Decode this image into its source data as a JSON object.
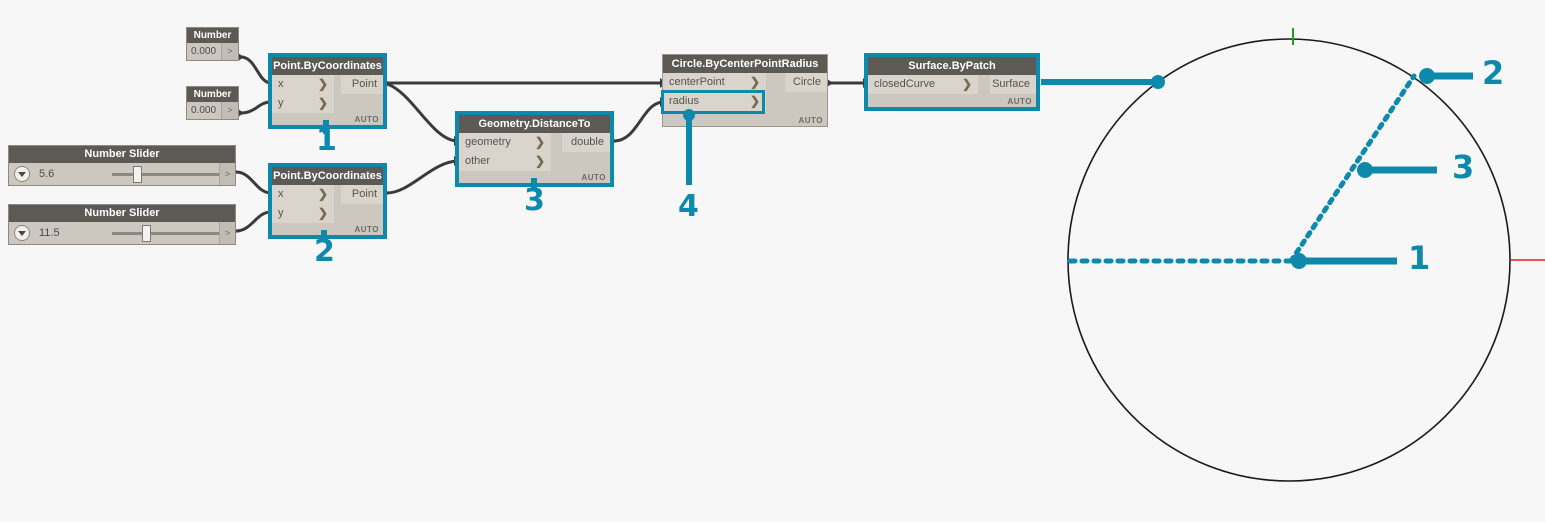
{
  "app": {
    "name": "Dynamo Node Graph with Geometry Preview",
    "accent_color": "#0d89ac",
    "canvas_bg": "#f7f7f7",
    "node_header_color": "#5d5a55",
    "node_body_color": "#ccc8c0",
    "wire_color": "#3b3b3b"
  },
  "graph": {
    "nodes": [
      {
        "id": "number-1",
        "type": "number-input",
        "title": "Number",
        "value": "0.000",
        "port_glyph": ">"
      },
      {
        "id": "number-2",
        "type": "number-input",
        "title": "Number",
        "value": "0.000",
        "port_glyph": ">"
      },
      {
        "id": "slider-1",
        "type": "number-slider",
        "title": "Number Slider",
        "value": "5.6",
        "port_glyph": ">"
      },
      {
        "id": "slider-2",
        "type": "number-slider",
        "title": "Number Slider",
        "value": "11.5",
        "port_glyph": ">"
      },
      {
        "id": "point-1",
        "type": "node",
        "title": "Point.ByCoordinates",
        "inputs": [
          "x",
          "y"
        ],
        "outputs": [
          "Point"
        ],
        "auto": "AUTO",
        "selected": true,
        "callout": "1"
      },
      {
        "id": "point-2",
        "type": "node",
        "title": "Point.ByCoordinates",
        "inputs": [
          "x",
          "y"
        ],
        "outputs": [
          "Point"
        ],
        "auto": "AUTO",
        "selected": true,
        "callout": "2"
      },
      {
        "id": "distance",
        "type": "node",
        "title": "Geometry.DistanceTo",
        "inputs": [
          "geometry",
          "other"
        ],
        "outputs": [
          "double"
        ],
        "auto": "AUTO",
        "selected": true,
        "callout": "3"
      },
      {
        "id": "circle",
        "type": "node",
        "title": "Circle.ByCenterPointRadius",
        "inputs": [
          "centerPoint",
          "radius"
        ],
        "outputs": [
          "Circle"
        ],
        "auto": "AUTO",
        "selected": false,
        "highlighted_port": "radius",
        "callout": "4"
      },
      {
        "id": "surface",
        "type": "node",
        "title": "Surface.ByPatch",
        "inputs": [
          "closedCurve"
        ],
        "outputs": [
          "Surface"
        ],
        "auto": "AUTO",
        "selected": true
      }
    ],
    "callout_labels": [
      "1",
      "2",
      "3",
      "4"
    ]
  },
  "preview": {
    "annotations": [
      {
        "label": "1",
        "target": "center-point"
      },
      {
        "label": "2",
        "target": "circle-edge-point"
      },
      {
        "label": "3",
        "target": "radius-midpoint"
      }
    ],
    "axis_colors": {
      "x_axis": "#e01b1b",
      "y_axis": "#1aa01a"
    },
    "circle_stroke": "#1a1a1a",
    "leader_color": "#0d89ac"
  }
}
